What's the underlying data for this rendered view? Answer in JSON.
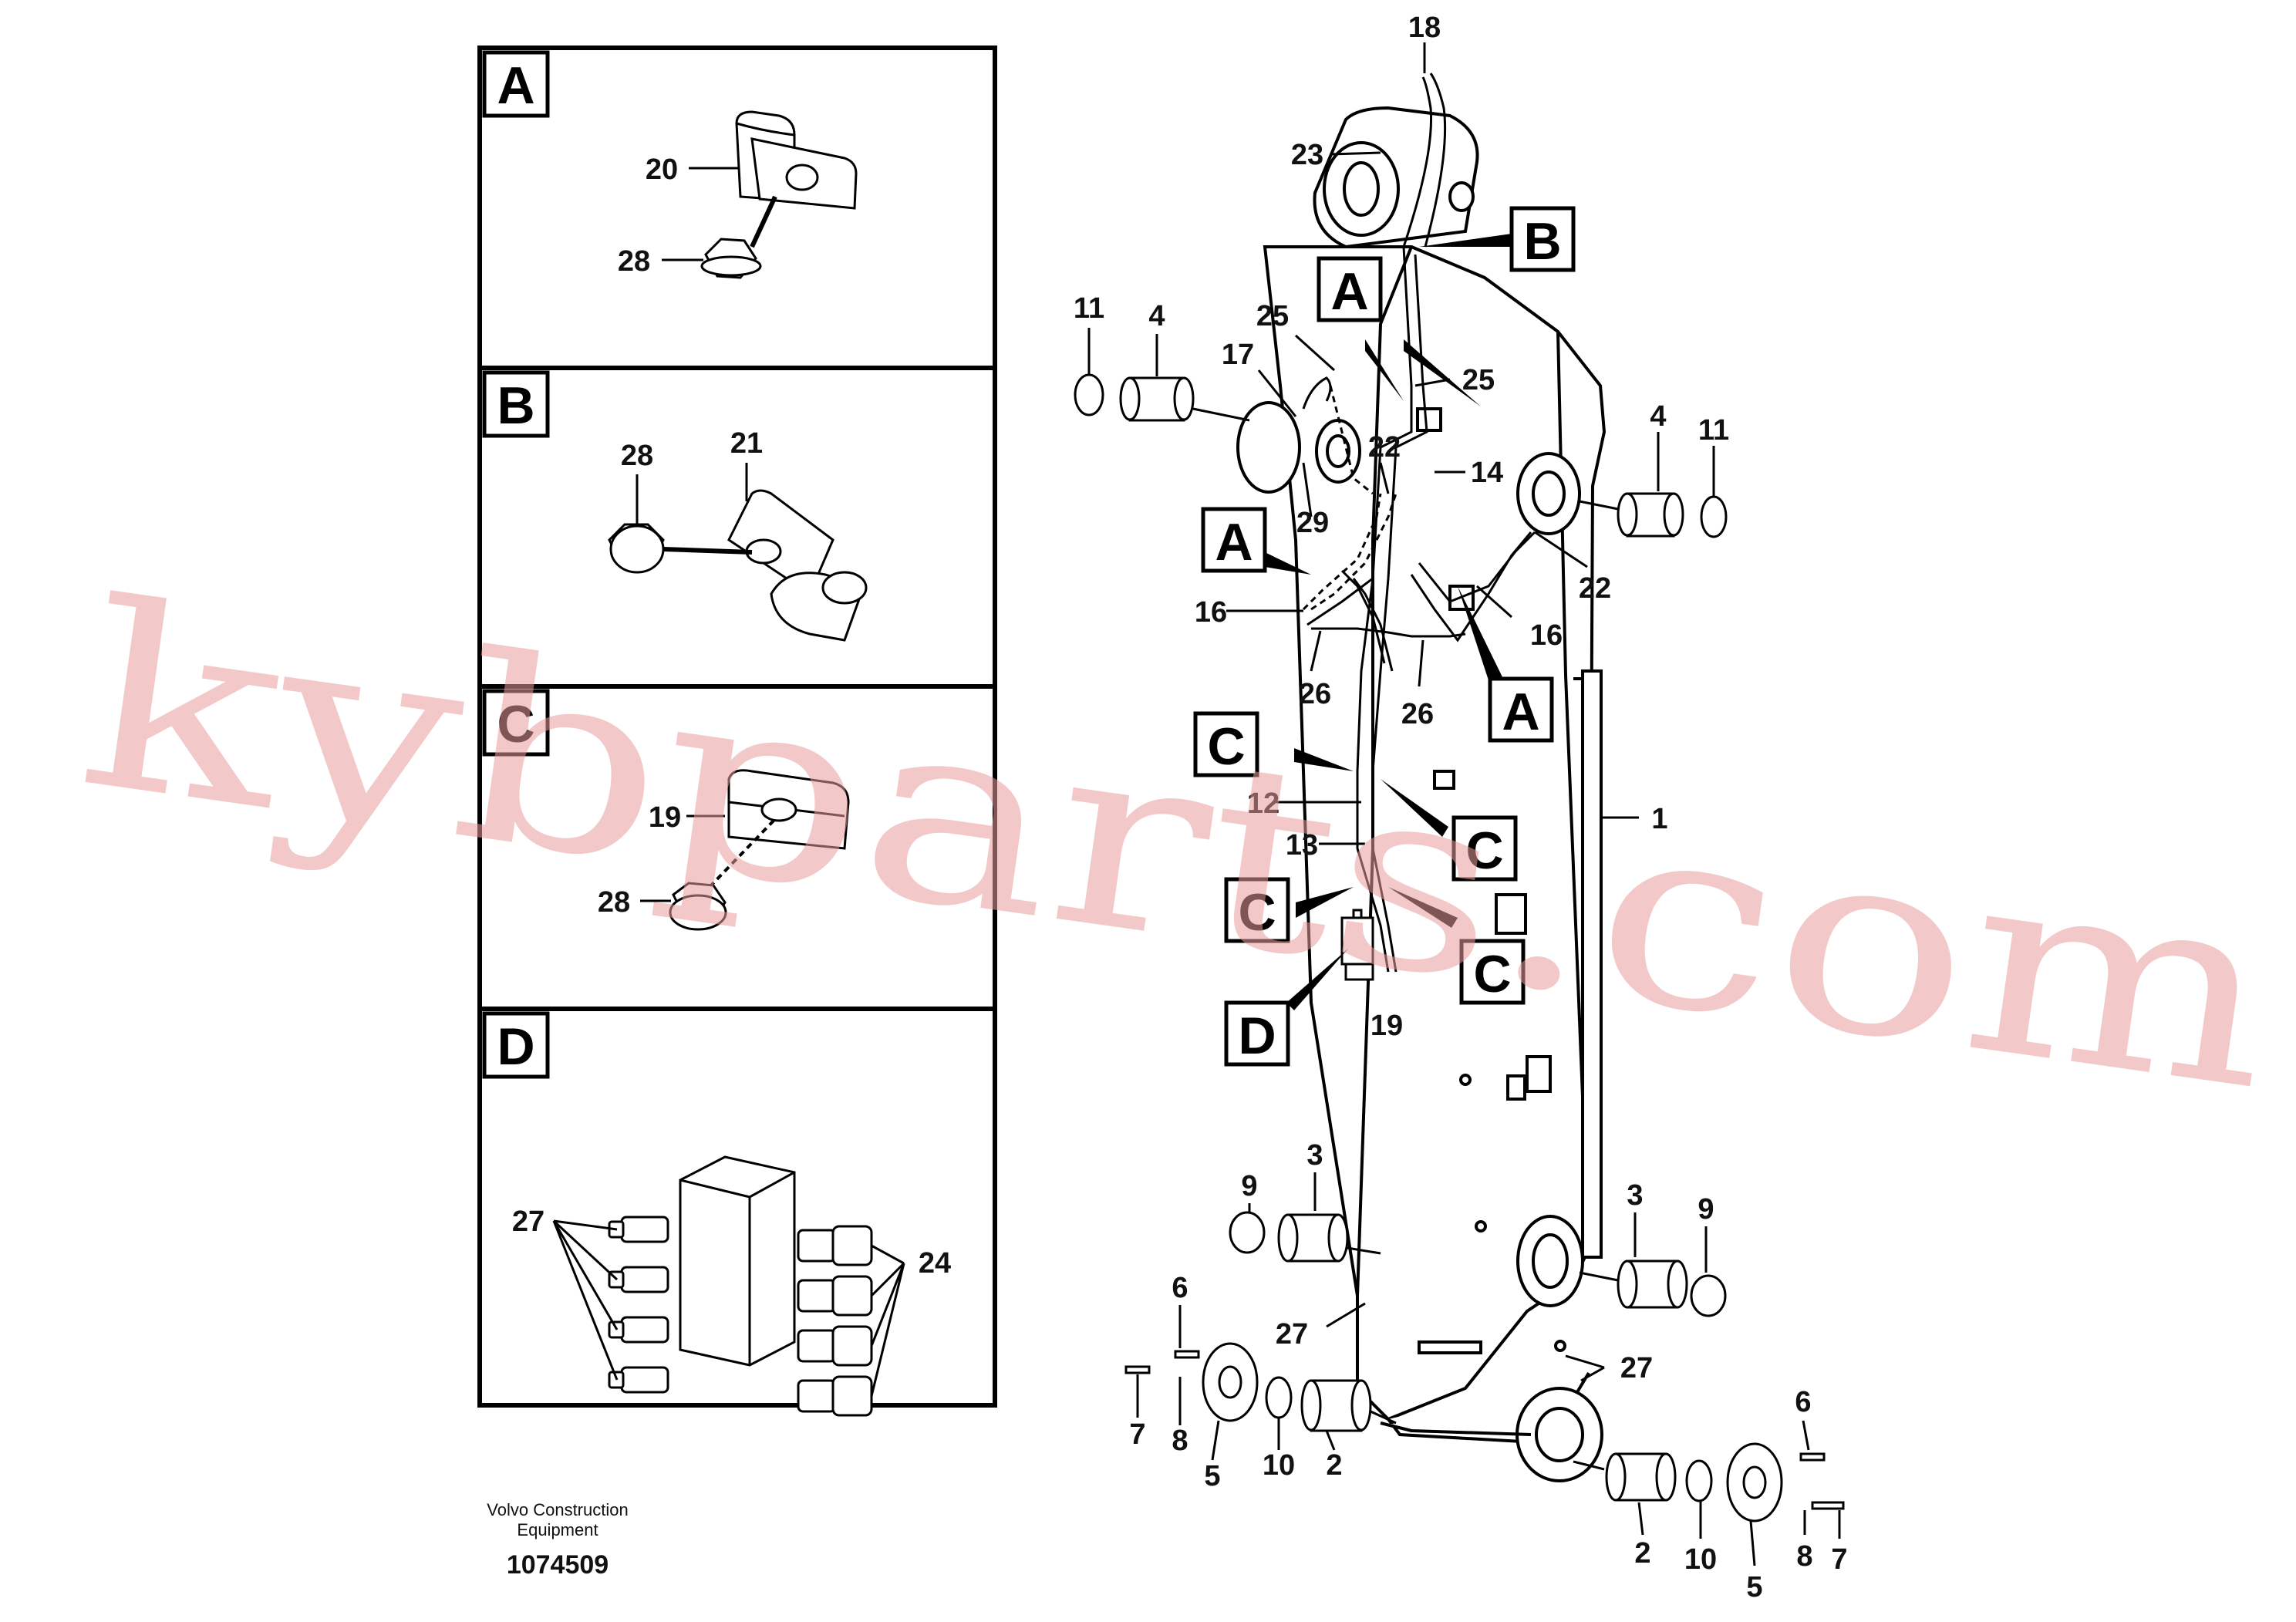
{
  "panels": [
    {
      "letter": "A",
      "parts": [
        "20",
        "28"
      ]
    },
    {
      "letter": "B",
      "parts": [
        "28",
        "21"
      ]
    },
    {
      "letter": "C",
      "parts": [
        "19",
        "28"
      ]
    },
    {
      "letter": "D",
      "parts": [
        "27",
        "24"
      ]
    }
  ],
  "main_labels": [
    "18",
    "23",
    "25",
    "17",
    "11",
    "4",
    "22",
    "29",
    "25",
    "14",
    "4",
    "11",
    "22",
    "16",
    "16",
    "26",
    "26",
    "12",
    "13",
    "1",
    "19",
    "9",
    "3",
    "3",
    "9",
    "6",
    "27",
    "27",
    "7",
    "8",
    "5",
    "10",
    "2",
    "6",
    "2",
    "10",
    "8",
    "7",
    "5"
  ],
  "callout_letters": [
    "A",
    "B",
    "A",
    "A",
    "C",
    "C",
    "C",
    "C",
    "D"
  ],
  "footer": {
    "company_line1": "Volvo Construction",
    "company_line2": "Equipment",
    "drawing_number": "1074509"
  },
  "watermark": "kybparts.com"
}
